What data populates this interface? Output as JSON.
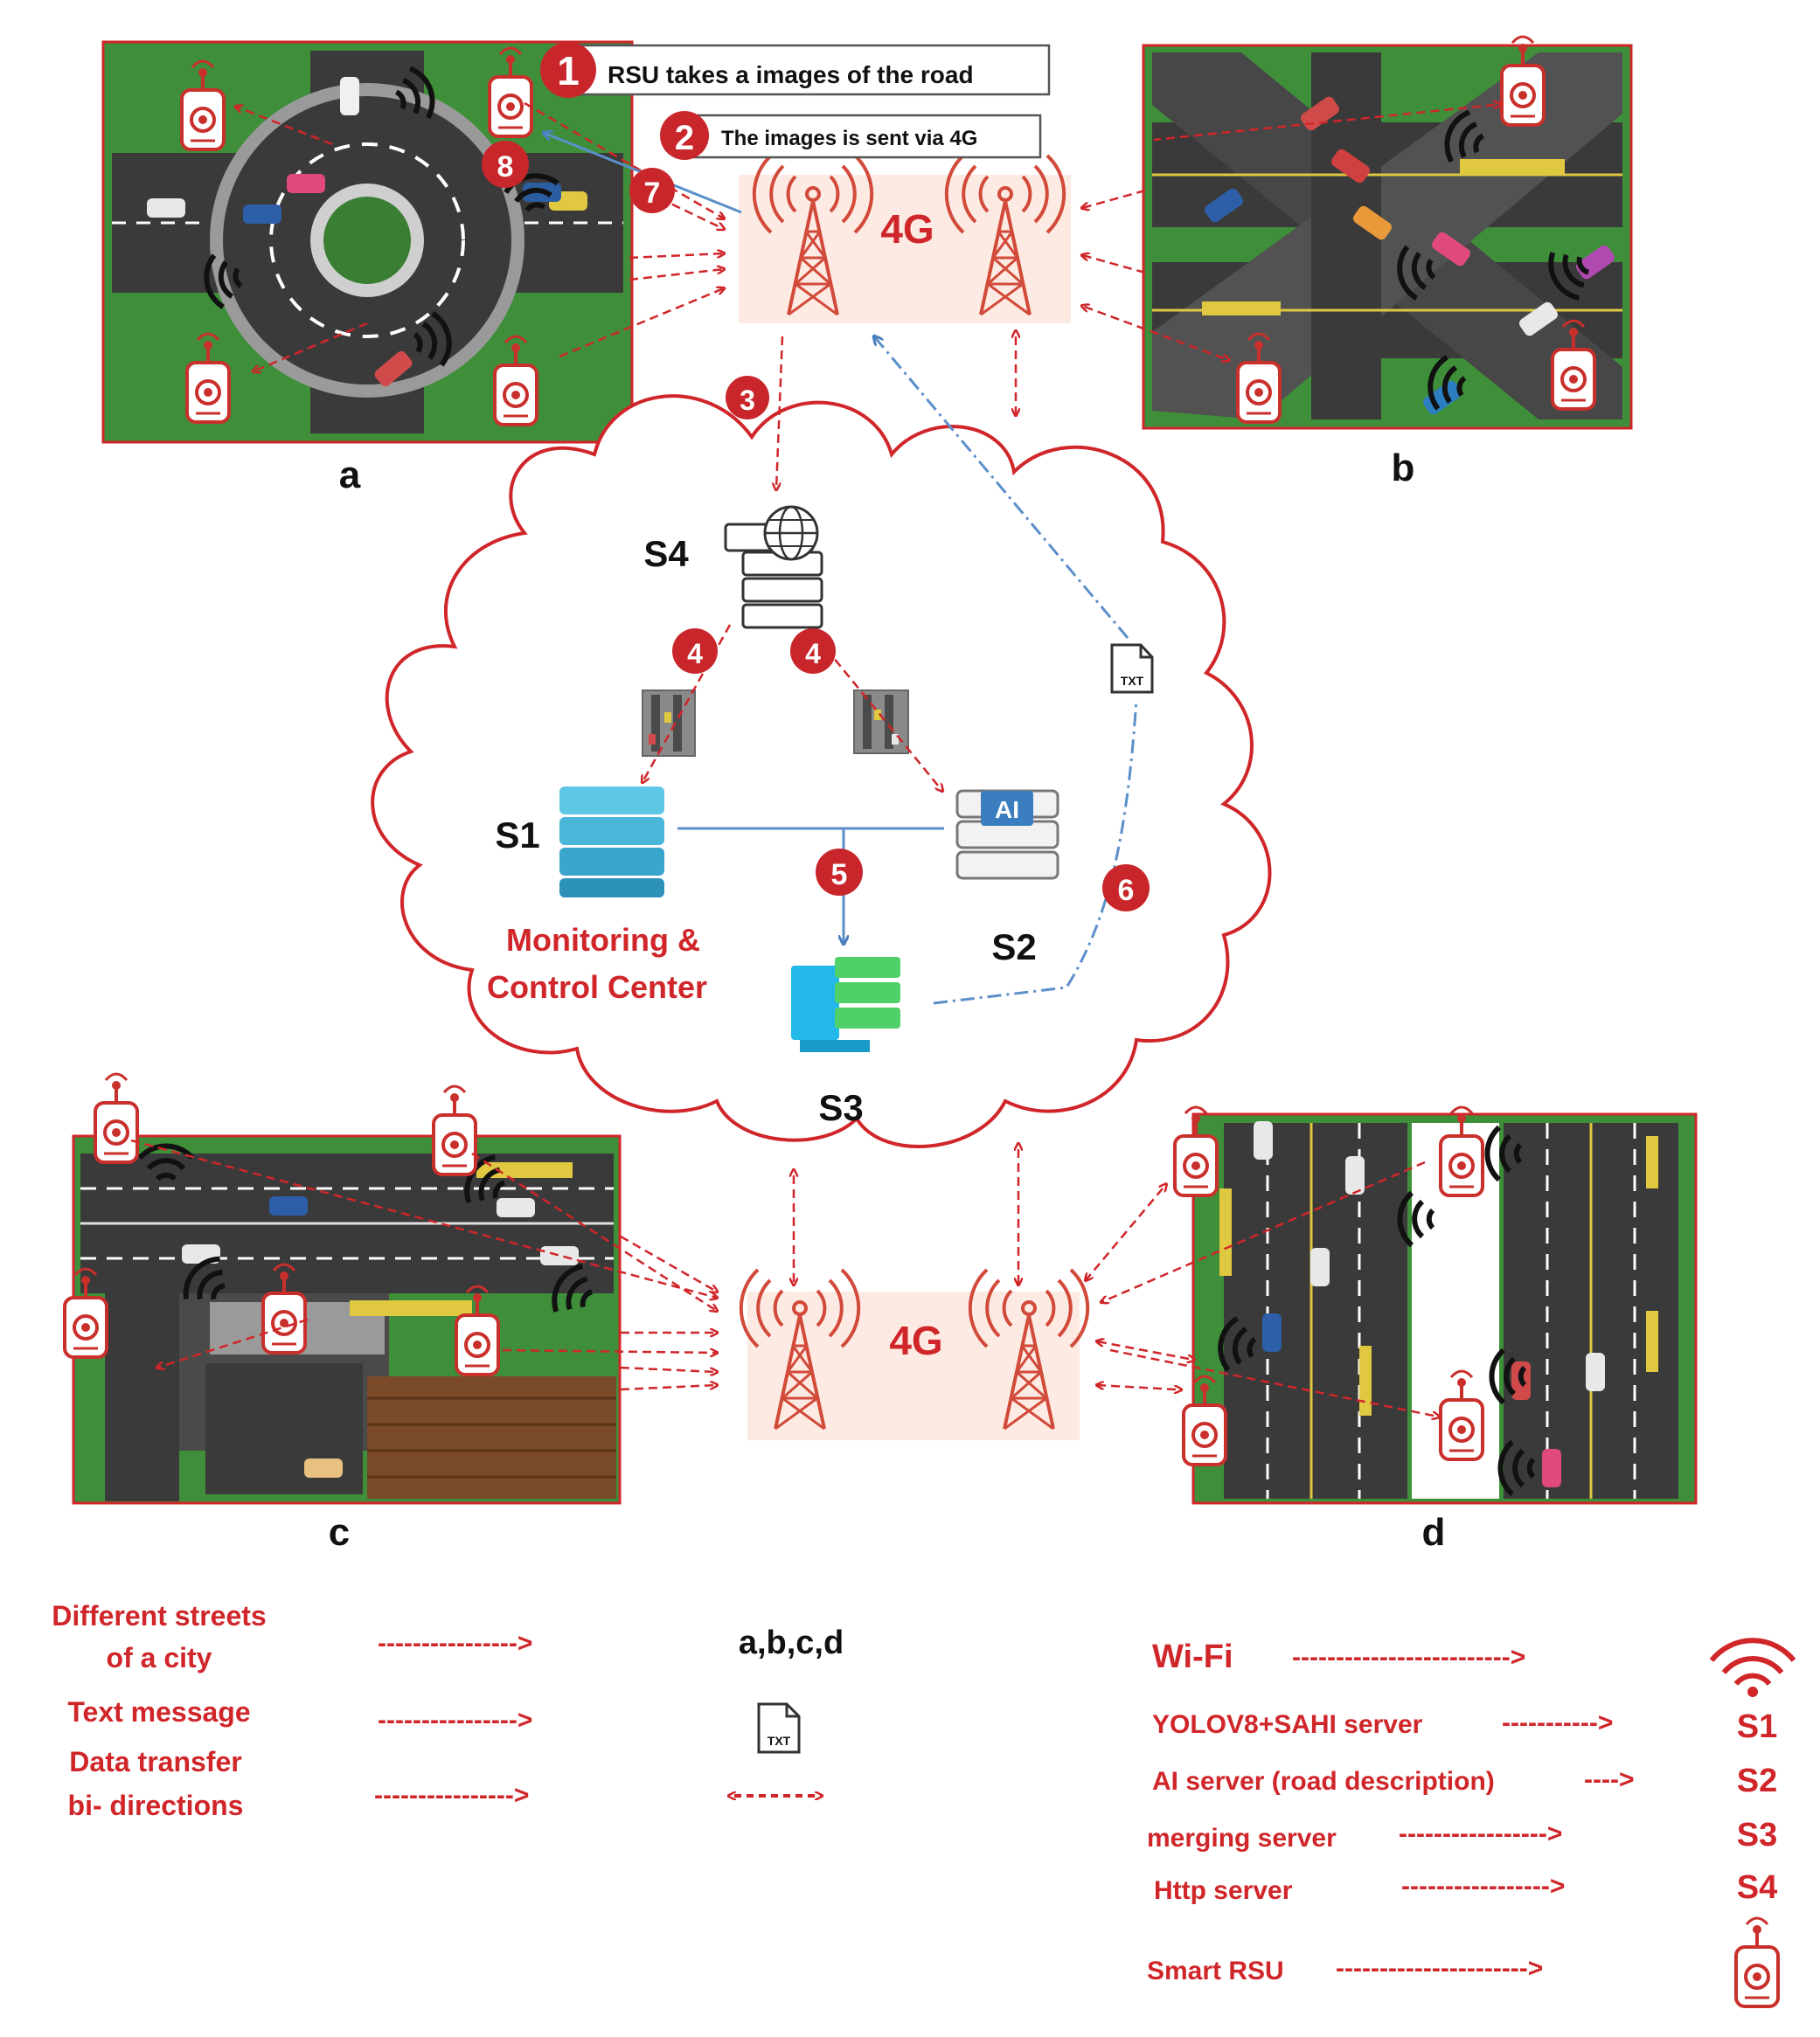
{
  "steps": {
    "s1": {
      "num": "1",
      "label": "RSU takes a images of the road"
    },
    "s2": {
      "num": "2",
      "label": "The images is sent via 4G"
    },
    "s3": "3",
    "s4a": "4",
    "s4b": "4",
    "s5": "5",
    "s6": "6",
    "s7": "7",
    "s8": "8"
  },
  "network": {
    "label_top": "4G",
    "label_bottom": "4G"
  },
  "scenes": {
    "a": "a",
    "b": "b",
    "c": "c",
    "d": "d"
  },
  "servers": {
    "s4": "S4",
    "s1": "S1",
    "s2": "S2",
    "s3": "S3",
    "ai_chip": "AI",
    "center_line1": "Monitoring &",
    "center_line2": "Control Center"
  },
  "file_icon_label": "TXT",
  "legend_left": [
    {
      "label": [
        "Different streets",
        "of a city"
      ],
      "arrow": "---------------->",
      "value": "a,b,c,d"
    },
    {
      "label": [
        "Text message"
      ],
      "arrow": "---------------->",
      "value_icon": "txt-file-icon",
      "value_icon_label": "TXT"
    },
    {
      "label": [
        "Data transfer",
        "bi- directions"
      ],
      "arrow": "---------------->",
      "value_icon": "bidirectional-arrow-icon"
    }
  ],
  "legend_right": [
    {
      "label": "Wi-Fi",
      "arrow": "------------------------->",
      "value_icon": "wifi-icon"
    },
    {
      "label": "YOLOV8+SAHI server",
      "arrow": "----------->",
      "value": "S1"
    },
    {
      "label": "AI server (road description)",
      "arrow": "---->",
      "value": "S2"
    },
    {
      "label": "merging server",
      "arrow": "----------------->",
      "value": "S3"
    },
    {
      "label": "Http server",
      "arrow": "----------------->",
      "value": "S4"
    },
    {
      "label": "Smart RSU",
      "arrow": "---------------------->",
      "value_icon": "smart-rsu-icon"
    }
  ],
  "colors": {
    "accent_red": "#d0262a",
    "link_blue": "#5b8fc9",
    "road": "#3b3b3b",
    "grass": "#3f8f3a",
    "tower_bg": "#fdebe3"
  }
}
